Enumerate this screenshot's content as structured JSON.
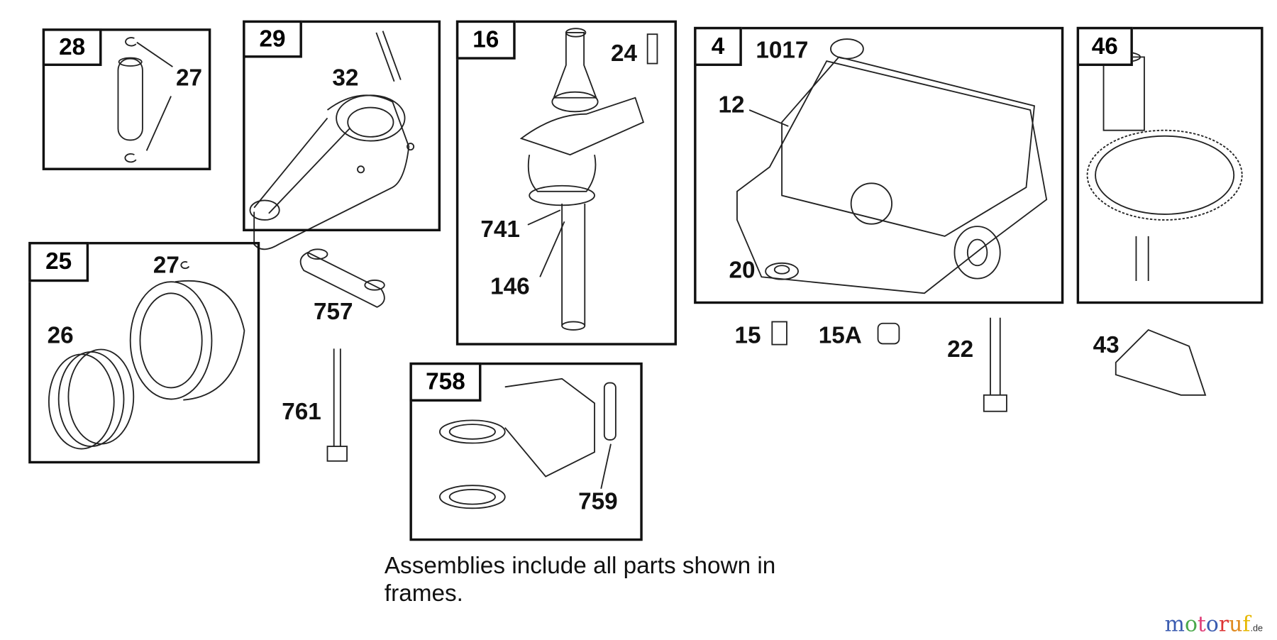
{
  "frames": [
    {
      "id": "28"
    },
    {
      "id": "29"
    },
    {
      "id": "16"
    },
    {
      "id": "4"
    },
    {
      "id": "46"
    },
    {
      "id": "25"
    },
    {
      "id": "758"
    }
  ],
  "callouts": {
    "c27a": "27",
    "c32": "32",
    "c24": "24",
    "c1017": "1017",
    "c12": "12",
    "c741": "741",
    "c146": "146",
    "c20": "20",
    "c27b": "27",
    "c26": "26",
    "c757": "757",
    "c761": "761",
    "c759": "759",
    "c15": "15",
    "c15a": "15A",
    "c22": "22",
    "c43": "43"
  },
  "note": {
    "line1": "Assemblies include all parts shown in",
    "line2": "frames."
  },
  "watermark": {
    "text": "motoruf",
    "suffix": ".de",
    "colors": [
      "#3a5bb0",
      "#4aa84a",
      "#e0407a",
      "#3a5bb0",
      "#d33",
      "#e08a20",
      "#e6b800"
    ]
  }
}
